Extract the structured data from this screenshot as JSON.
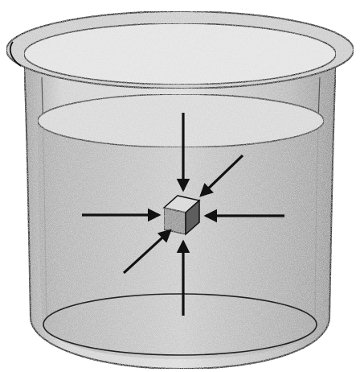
{
  "colors": {
    "stroke": "#111111",
    "glass_fill": "#bdbdbd",
    "water_fill": "#a9a9a9",
    "background": "#ffffff",
    "cube_top": "#dcdcdc",
    "cube_front": "#8c8c8c",
    "cube_side": "#5e5e5e"
  },
  "icons": [
    "beaker-icon",
    "submerged-cube-icon",
    "pressure-arrow-icon"
  ],
  "arrows": [
    {
      "direction": "down",
      "source": "top"
    },
    {
      "direction": "up",
      "source": "bottom"
    },
    {
      "direction": "right",
      "source": "left"
    },
    {
      "direction": "left",
      "source": "right"
    },
    {
      "direction": "back-left",
      "source": "front-right"
    },
    {
      "direction": "front-right",
      "source": "back-left"
    }
  ]
}
